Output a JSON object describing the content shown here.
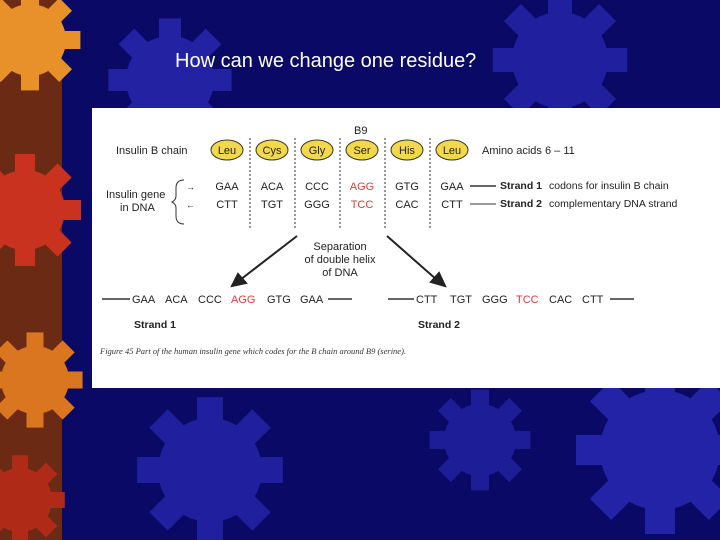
{
  "slide": {
    "title": "How can we change one residue?",
    "colors": {
      "background": "#0a0a66",
      "gear_blue": "#2a2ab8",
      "gear_red": "#c8321e",
      "gear_orange": "#e8902a",
      "amino_circle": "#f3d84a",
      "mutation_red": "#e23a3a"
    }
  },
  "figure": {
    "b9_label": "B9",
    "insulin_b_chain_label": "Insulin B chain",
    "amino_acids": [
      "Leu",
      "Cys",
      "Gly",
      "Ser",
      "His",
      "Leu"
    ],
    "amino_acids_range": "Amino acids 6 – 11",
    "insulin_gene_label_1": "Insulin gene",
    "insulin_gene_label_2": "in DNA",
    "strand1_codons": [
      "GAA",
      "ACA",
      "CCC",
      "AGG",
      "GTG",
      "GAA"
    ],
    "strand2_codons": [
      "CTT",
      "TGT",
      "GGG",
      "TCC",
      "CAC",
      "CTT"
    ],
    "strand1_desc_bold": "Strand 1",
    "strand1_desc": "codons for insulin B chain",
    "strand2_desc_bold": "Strand 2",
    "strand2_desc": "complementary DNA strand",
    "separation_1": "Separation",
    "separation_2": "of double helix",
    "separation_3": "of DNA",
    "separated_strand1": [
      "GAA",
      "ACA",
      "CCC",
      "AGG",
      "GTG",
      "GAA"
    ],
    "separated_strand2": [
      "CTT",
      "TGT",
      "GGG",
      "TCC",
      "CAC",
      "CTT"
    ],
    "strand1_label": "Strand 1",
    "strand2_label": "Strand 2",
    "caption": "Figure 45  Part of the human insulin gene which codes for the B chain around B9 (serine)."
  }
}
